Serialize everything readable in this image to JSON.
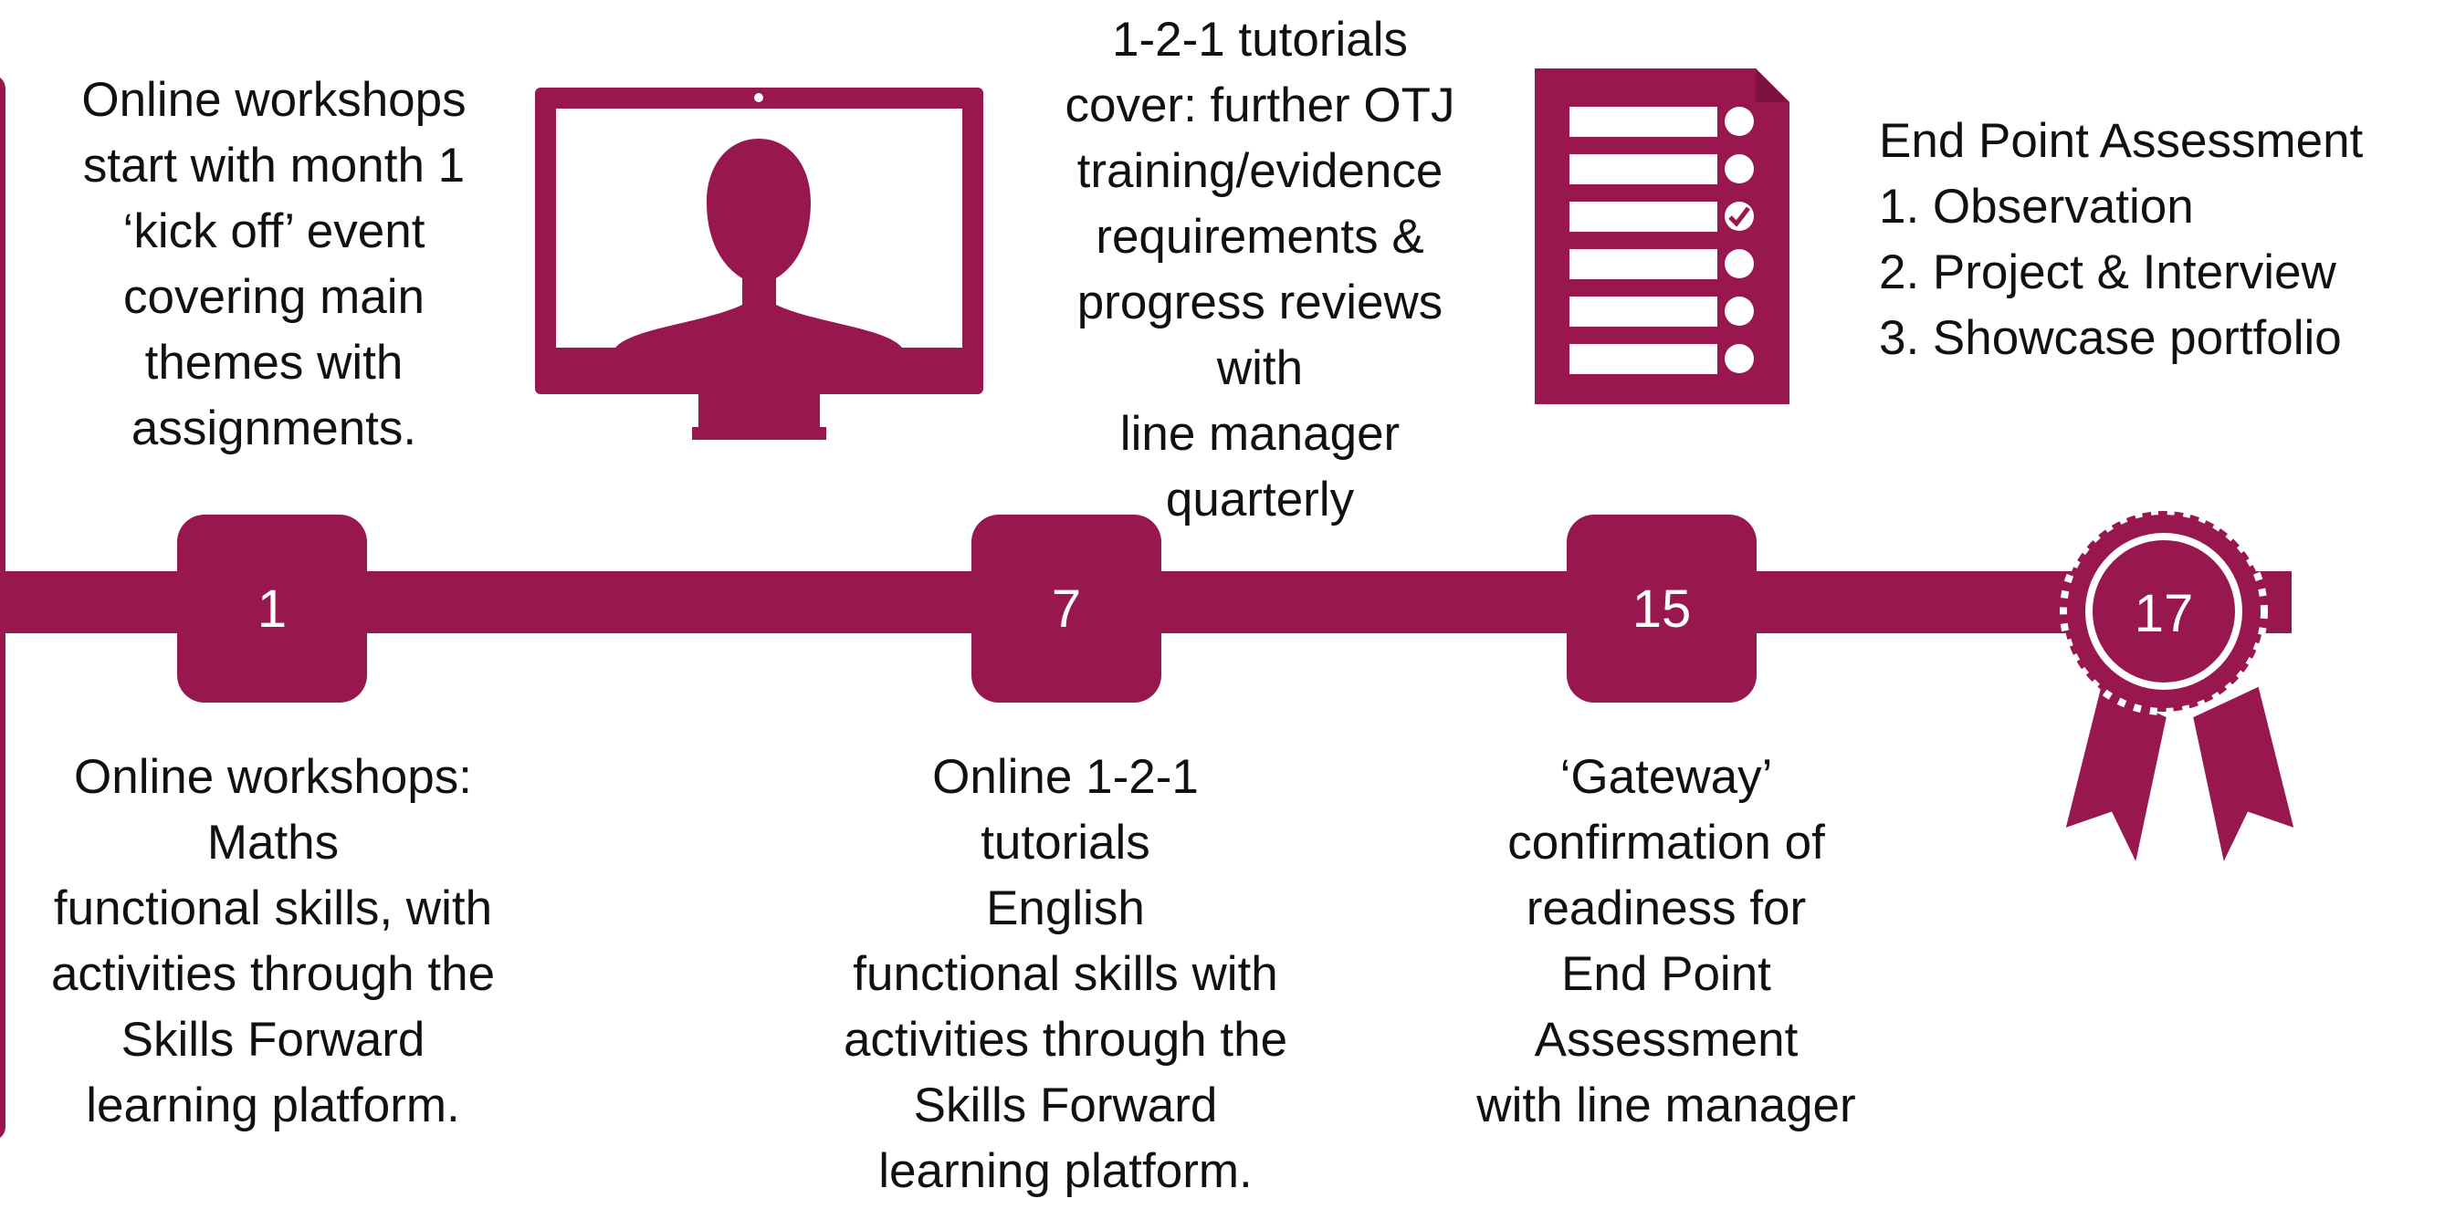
{
  "colors": {
    "accent": "#97174e",
    "text": "#111111",
    "background": "#ffffff"
  },
  "milestones": [
    {
      "value": "1"
    },
    {
      "value": "7"
    },
    {
      "value": "15"
    },
    {
      "value": "17"
    }
  ],
  "top_texts": {
    "online_workshops_month1": "Online workshops\nstart with month 1\n‘kick off’ event\ncovering main\nthemes with\nassignments.",
    "tutorials_cover": "1-2-1 tutorials\ncover: further OTJ\ntraining/evidence\nrequirements &\nprogress reviews\nwith\nline manager\nquarterly",
    "end_point_assessment": "End Point  Assessment\n1. Observation\n2. Project & Interview\n3. Showcase portfolio"
  },
  "bottom_texts": {
    "maths": "Online workshops:\nMaths\nfunctional skills, with\nactivities through the\nSkills Forward\nlearning platform.",
    "english": "Online 1-2-1\ntutorials\nEnglish\nfunctional skills with\nactivities through the\nSkills Forward\nlearning platform.",
    "gateway": "‘Gateway’\nconfirmation of\nreadiness for\nEnd Point\nAssessment\nwith line manager"
  },
  "icons": {
    "monitor": "video-call-monitor-icon",
    "checklist": "checklist-document-icon",
    "award": "award-rosette-icon"
  }
}
